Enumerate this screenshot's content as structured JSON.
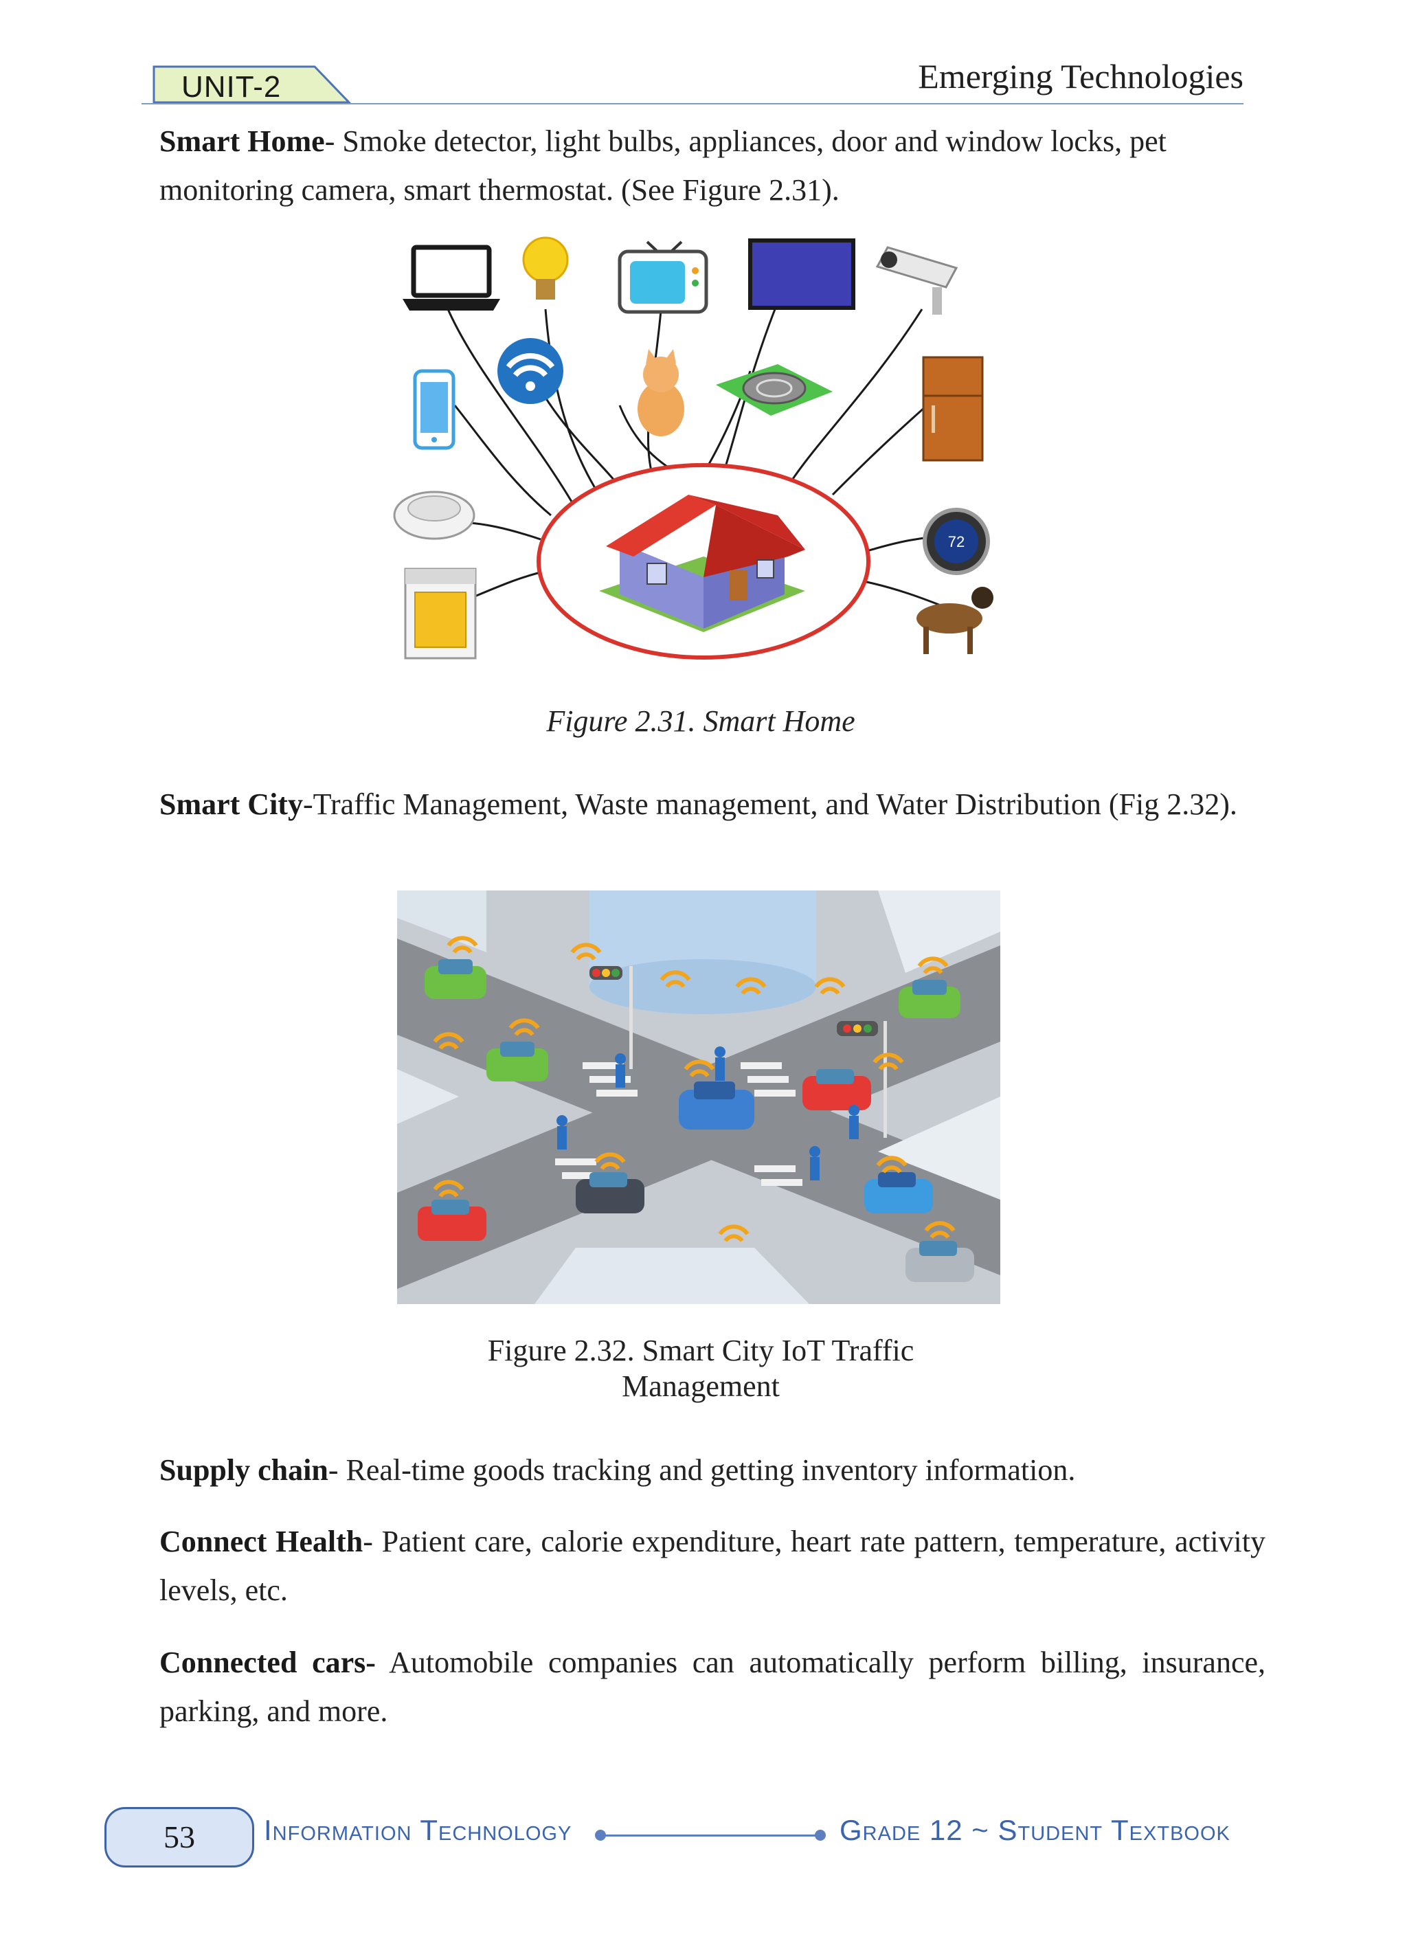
{
  "header": {
    "unit_label": "UNIT-2",
    "title": "Emerging Technologies"
  },
  "sections": {
    "smart_home": {
      "term": "Smart Home",
      "text": "- Smoke detector, light bulbs, appliances, door and window locks, pet monitoring camera, smart thermostat.  (See Figure 2.31)."
    },
    "smart_city": {
      "term": "Smart City",
      "text": "-Traffic Management, Waste management, and Water Distribution (Fig 2.32)."
    },
    "supply_chain": {
      "term": "Supply chain",
      "text": "- Real-time goods tracking and getting inventory information."
    },
    "connect_health": {
      "term": "Connect Health",
      "text": "- Patient care, calorie expenditure, heart rate pattern, temperature, activity levels, etc."
    },
    "connected_cars": {
      "term": "Connected cars-",
      "text": " Automobile companies can automatically perform billing, insurance, parking, and more."
    }
  },
  "figures": {
    "smart_home": {
      "caption": "Figure 2.31. Smart Home",
      "thermostat_reading": "72"
    },
    "smart_city": {
      "caption_line1": "Figure 2.32. Smart City IoT Traffic",
      "caption_line2": "Management"
    }
  },
  "footer": {
    "page_number": "53",
    "left_text": "Information Technology",
    "right_text": "Grade 12 ~ Student Textbook"
  },
  "colors": {
    "accent_blue": "#3b64b0",
    "unit_tab_fill": "#e6f2c4",
    "house_roof": "#d9342b",
    "wifi_orange": "#f2a51c"
  }
}
